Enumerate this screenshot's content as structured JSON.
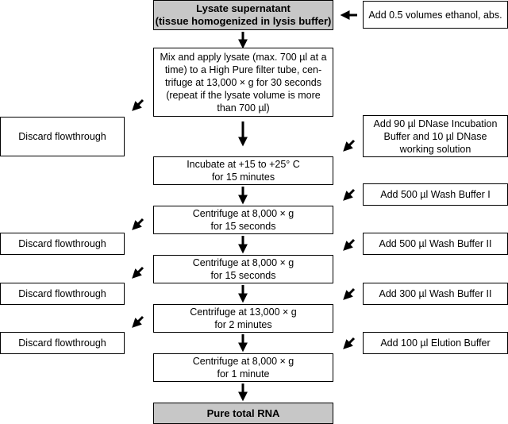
{
  "main_steps": {
    "start": "Lysate supernatant\n(tissue homogenized in lysis buffer)",
    "step1": "Mix and apply lysate (max. 700 µl at a\ntime) to a High Pure filter tube, cen-\ntrifuge at 13,000 × g for 30 seconds\n(repeat if the lysate volume is more\nthan 700 µl)",
    "step2": "Incubate at +15 to +25° C\nfor 15 minutes",
    "step3": "Centrifuge at 8,000 × g\nfor 15 seconds",
    "step4": "Centrifuge at 8,000 × g\nfor 15 seconds",
    "step5": "Centrifuge at 13,000 × g\nfor 2 minutes",
    "step6": "Centrifuge at 8,000 × g\nfor 1 minute",
    "end": "Pure total RNA"
  },
  "additions": {
    "ethanol": "Add 0.5 volumes ethanol, abs.",
    "dnase": "Add 90 µl DNase Incubation\nBuffer and 10 µl DNase\nworking solution",
    "wash1": "Add 500 µl Wash Buffer I",
    "wash2": "Add 500 µl Wash Buffer II",
    "wash3": "Add 300 µl Wash Buffer II",
    "elution": "Add 100 µl Elution Buffer"
  },
  "discards": {
    "d1": "Discard flowthrough",
    "d2": "Discard flowthrough",
    "d3": "Discard flowthrough",
    "d4": "Discard flowthrough"
  },
  "colors": {
    "terminal_fill": "#c7c7c7",
    "border": "#000000"
  }
}
